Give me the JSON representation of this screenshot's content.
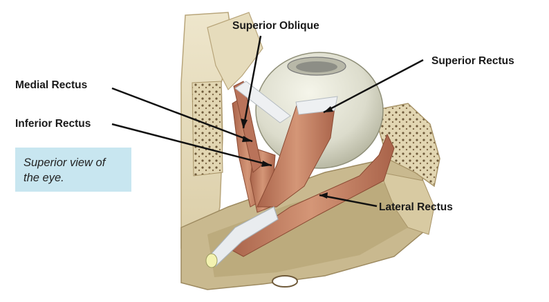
{
  "labels": {
    "superior_oblique": "Superior Oblique",
    "superior_rectus": "Superior Rectus",
    "medial_rectus": "Medial Rectus",
    "inferior_rectus": "Inferior Rectus",
    "lateral_rectus": "Lateral Rectus"
  },
  "caption": {
    "line1": "Superior view of",
    "line2": "the eye."
  },
  "colors": {
    "bone": "#e7ddc0",
    "bone_shadow": "#c9b98f",
    "muscle": "#c98867",
    "muscle_dark": "#9e5a40",
    "tendon": "#e8ebee",
    "eyeball": "#dfe0d2",
    "caption_bg": "#c8e6f0"
  }
}
